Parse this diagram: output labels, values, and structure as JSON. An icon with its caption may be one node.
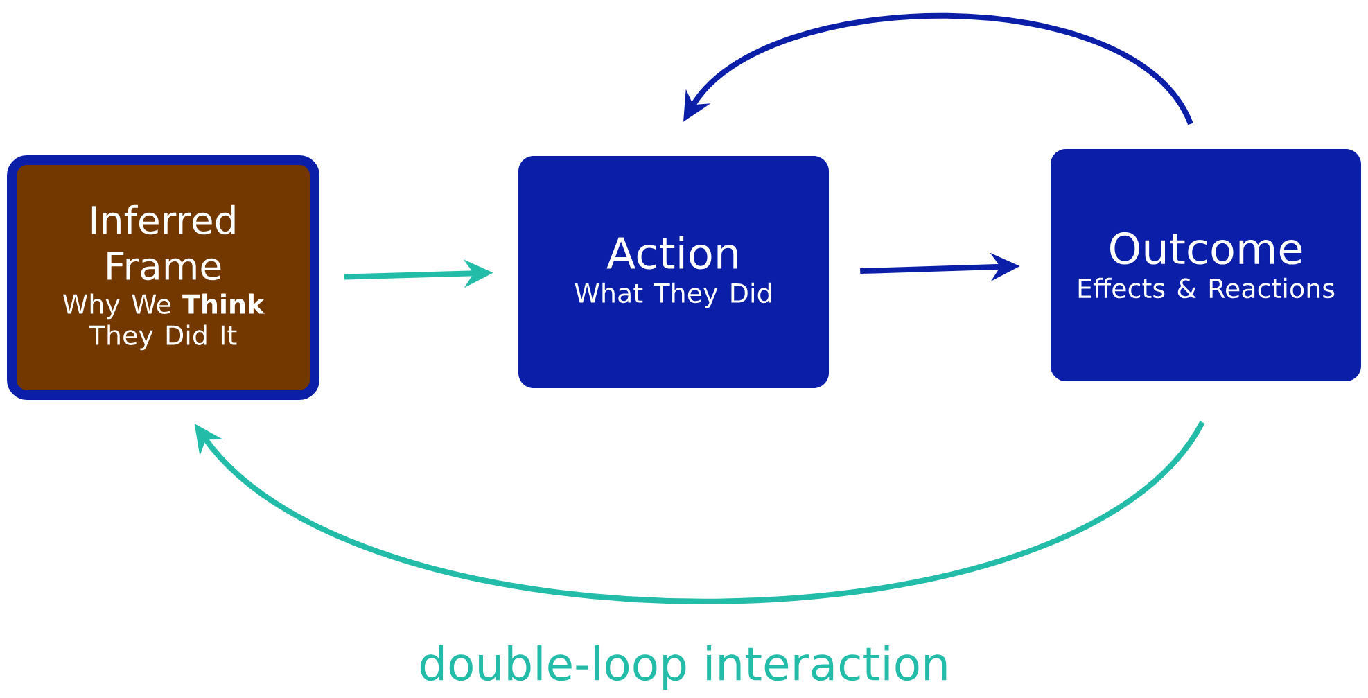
{
  "diagram": {
    "caption": "double-loop interaction",
    "nodes": [
      {
        "text": [
          "Inferred Frame",
          "Why We **Think** They Did It"
        ]
      },
      {
        "text": [
          "Action",
          "What They Did"
        ]
      },
      {
        "text": [
          "Outcome",
          "Effects & Reactions"
        ]
      }
    ],
    "edges": [
      {
        "from": 0,
        "to": 1,
        "arrow": "to",
        "color": "#23bca8"
      },
      {
        "from": 1,
        "to": 2,
        "arrow": "to",
        "color": "#0a1ea8"
      },
      {
        "from": 2,
        "to": 1,
        "arrow": "to",
        "color": "#0a1ea8"
      },
      {
        "from": 2,
        "to": 0,
        "arrow": "to",
        "color": "#23bca8"
      }
    ]
  }
}
